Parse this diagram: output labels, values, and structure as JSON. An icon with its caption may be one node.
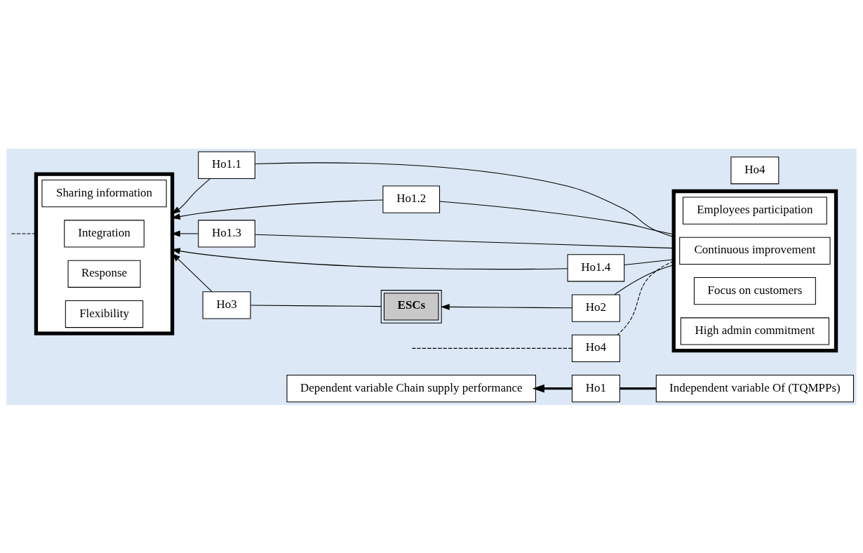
{
  "diagram": {
    "nodes": [
      {
        "text": [
          "Dependent variable Chain supply performance"
        ]
      },
      {
        "text": [
          "Ho1"
        ]
      },
      {
        "text": [
          "Independent variable Of (TQMPPs)"
        ]
      },
      {
        "text": [],
        "shape": "box"
      },
      {
        "text": [
          "Flexibility"
        ],
        "in": 3
      },
      {
        "text": [
          "Response"
        ],
        "in": 3
      },
      {
        "text": [
          "Integration"
        ],
        "in": 3
      },
      {
        "text": [
          "Sharing information"
        ],
        "in": 3
      },
      {
        "text": [
          "Ho1.1"
        ]
      },
      {
        "text": [
          "Ho1.2"
        ]
      },
      {
        "text": [
          "Ho1.3"
        ]
      },
      {
        "text": [
          "Ho1.4"
        ]
      },
      {
        "text": [],
        "shape": "box"
      },
      {
        "text": [
          "High admin commitment"
        ],
        "in": 12
      },
      {
        "text": [
          "Focus on customers"
        ],
        "in": 12
      },
      {
        "text": [
          "Continuous improvement"
        ],
        "in": 12
      },
      {
        "text": [
          "Employees participation"
        ],
        "in": 12
      },
      {
        "text": [
          "Ho3"
        ]
      },
      {
        "text": [
          "ESCs"
        ]
      },
      {
        "text": [
          "Ho4"
        ]
      },
      {
        "text": [
          "Ho2"
        ]
      },
      {
        "text": [
          "Ho4"
        ]
      }
    ],
    "edges": [
      {
        "from": 2,
        "to": 1,
        "arrow": "none",
        "style": "thick"
      },
      {
        "from": 1,
        "to": 0,
        "arrow": "to",
        "style": "thick"
      },
      {
        "from": 12,
        "to": 8,
        "arrow": "none"
      },
      {
        "from": 12,
        "to": 9,
        "arrow": "none"
      },
      {
        "from": 12,
        "to": 10,
        "arrow": "none"
      },
      {
        "from": 12,
        "to": 11,
        "arrow": "none"
      },
      {
        "from": 8,
        "to": 3,
        "arrow": "to"
      },
      {
        "from": 9,
        "to": 3,
        "arrow": "to"
      },
      {
        "from": 10,
        "to": 3,
        "arrow": "to"
      },
      {
        "from": 11,
        "to": 3,
        "arrow": "to"
      },
      {
        "from": 12,
        "to": 20,
        "arrow": "none"
      },
      {
        "from": 20,
        "to": 18,
        "arrow": "to"
      },
      {
        "from": 18,
        "to": 17,
        "arrow": "none"
      },
      {
        "from": 17,
        "to": 3,
        "arrow": "to"
      },
      {
        "from": 3,
        "to": null,
        "arrow": "none",
        "style": "dashed"
      },
      {
        "from": 12,
        "to": 21,
        "arrow": "none",
        "style": "dashed"
      },
      {
        "from": 21,
        "to": null,
        "arrow": "none",
        "style": "dashed"
      }
    ]
  }
}
